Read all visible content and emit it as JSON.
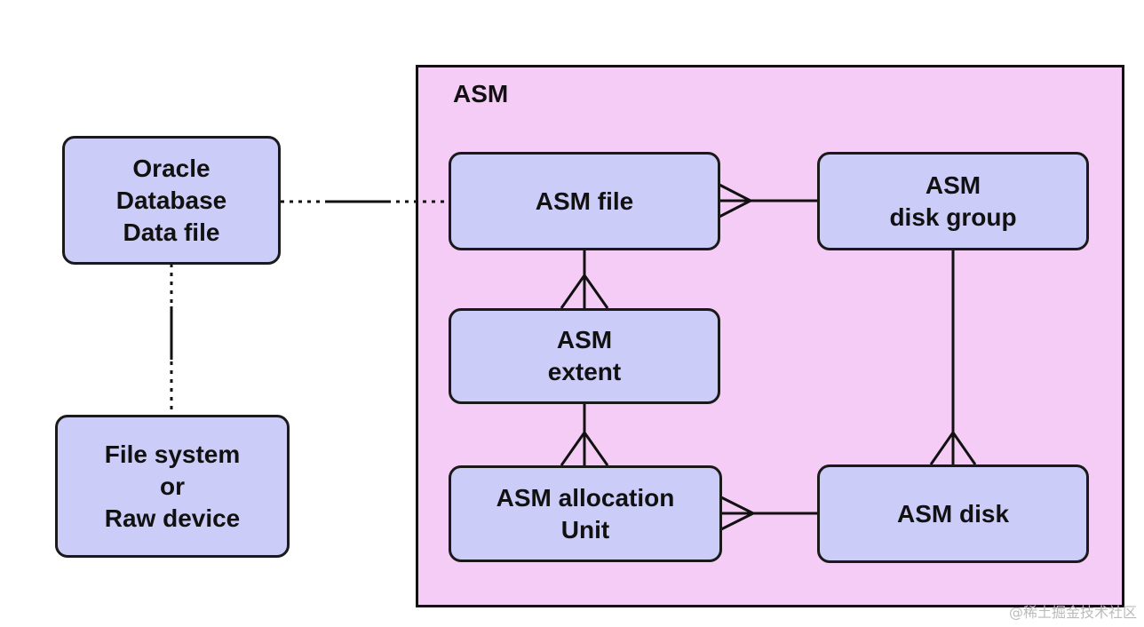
{
  "diagram": {
    "container_label": "ASM",
    "nodes": {
      "oracle_datafile": "Oracle\nDatabase\nData file",
      "filesystem_raw": "File system\nor\nRaw device",
      "asm_file": "ASM file",
      "asm_disk_group": "ASM\ndisk group",
      "asm_extent": "ASM\nextent",
      "asm_allocation_unit": "ASM allocation\nUnit",
      "asm_disk": "ASM disk"
    },
    "watermark": "@稀土掘金技术社区"
  },
  "colors": {
    "container_fill": "#f5ccf5",
    "node_fill": "#ccccf8",
    "stroke": "#111111"
  }
}
